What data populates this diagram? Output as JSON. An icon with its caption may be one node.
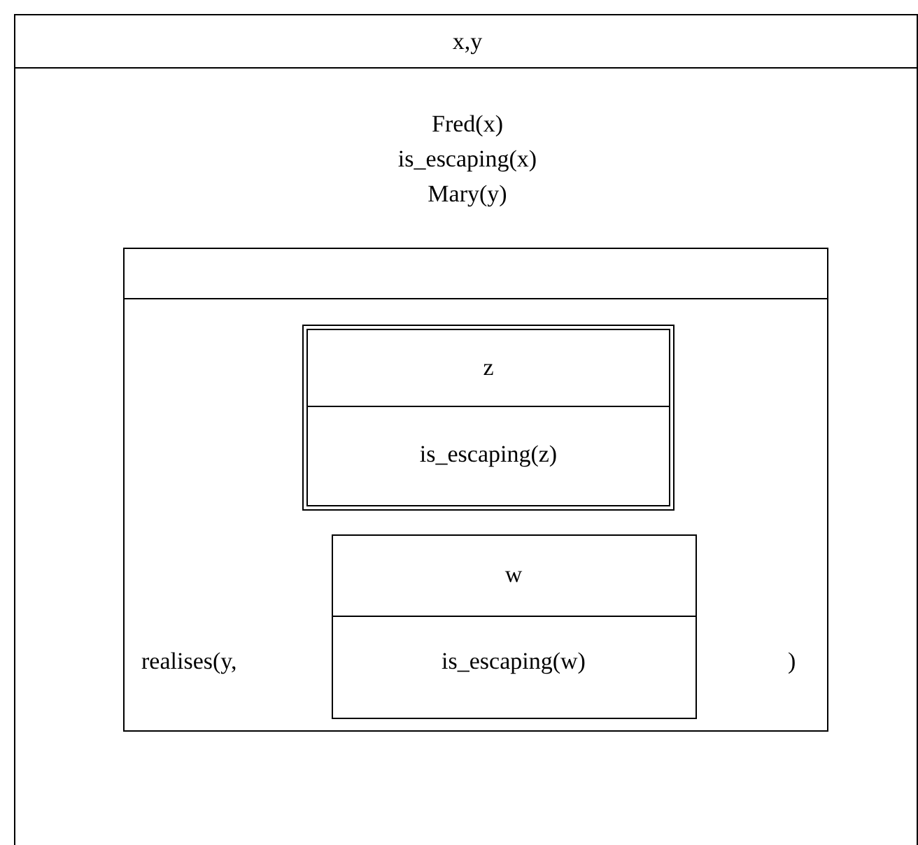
{
  "diagram": {
    "nodes": [
      {
        "text": [
          "x,y",
          "Fred(x)",
          "is_escaping(x)",
          "Mary(y)"
        ]
      },
      {
        "text": [
          "realises(y,",
          ")"
        ],
        "in": 0
      },
      {
        "text": [
          "z",
          "is_escaping(z)"
        ],
        "in": 1
      },
      {
        "text": [
          "w",
          "is_escaping(w)"
        ],
        "in": 1
      }
    ]
  }
}
